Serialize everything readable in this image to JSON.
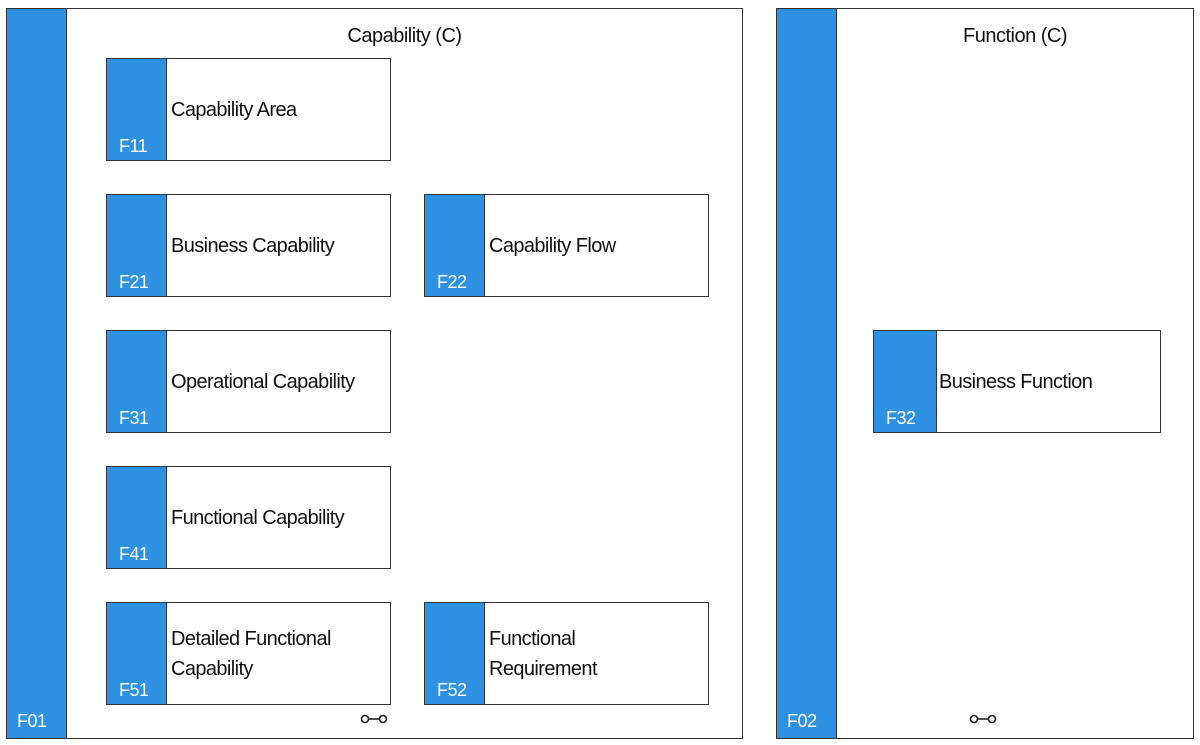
{
  "colors": {
    "accent": "#2e91e1",
    "border": "#333333",
    "code_text": "#ffffff"
  },
  "containers": [
    {
      "code": "F01",
      "title": "Capability (C)",
      "link_icon": "link-icon"
    },
    {
      "code": "F02",
      "title": "Function (C)",
      "link_icon": "link-icon"
    }
  ],
  "boxes": {
    "f11": {
      "code": "F11",
      "label": "Capability Area"
    },
    "f21": {
      "code": "F21",
      "label": "Business Capability"
    },
    "f22": {
      "code": "F22",
      "label": "Capability Flow"
    },
    "f31": {
      "code": "F31",
      "label": "Operational Capability"
    },
    "f41": {
      "code": "F41",
      "label": "Functional Capability"
    },
    "f51": {
      "code": "F51",
      "label_line1": "Detailed Functional",
      "label_line2": "Capability"
    },
    "f52": {
      "code": "F52",
      "label_line1": "Functional",
      "label_line2": "Requirement"
    },
    "f32": {
      "code": "F32",
      "label": "Business Function"
    }
  }
}
